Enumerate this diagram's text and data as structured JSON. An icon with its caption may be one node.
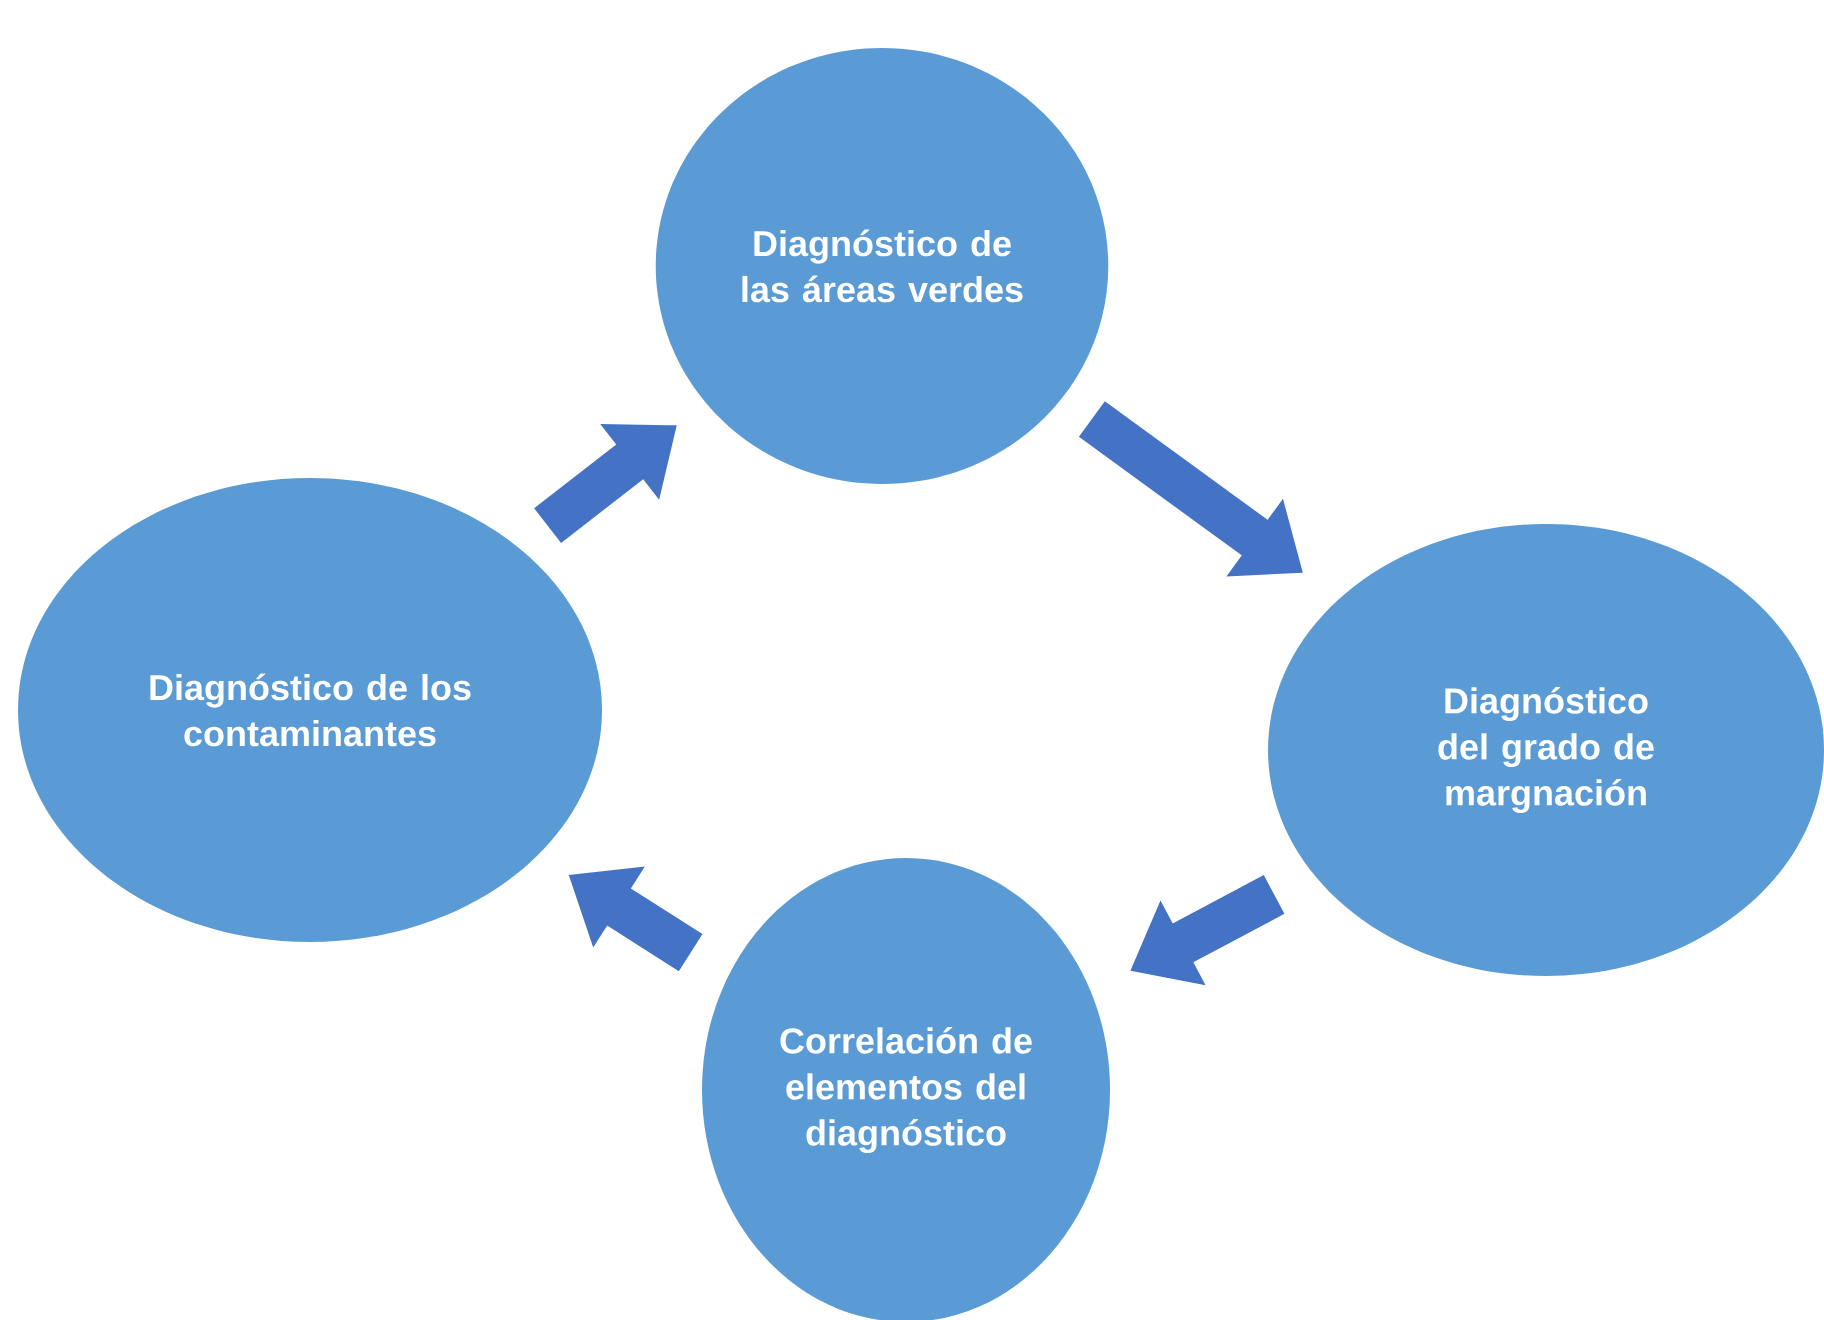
{
  "diagram": {
    "nodes": [
      {
        "text": [
          "Diagnóstico de las áreas verdes"
        ]
      },
      {
        "text": [
          "Diagnóstico del grado de margnación"
        ]
      },
      {
        "text": [
          "Correlación de elementos del diagnóstico"
        ]
      },
      {
        "text": [
          "Diagnóstico de los contaminantes"
        ]
      }
    ],
    "edges": [
      {
        "from": 3,
        "to": 0,
        "arrow": "to"
      },
      {
        "from": 0,
        "to": 1,
        "arrow": "to"
      },
      {
        "from": 1,
        "to": 2,
        "arrow": "to"
      },
      {
        "from": 2,
        "to": 3,
        "arrow": "to"
      }
    ]
  }
}
